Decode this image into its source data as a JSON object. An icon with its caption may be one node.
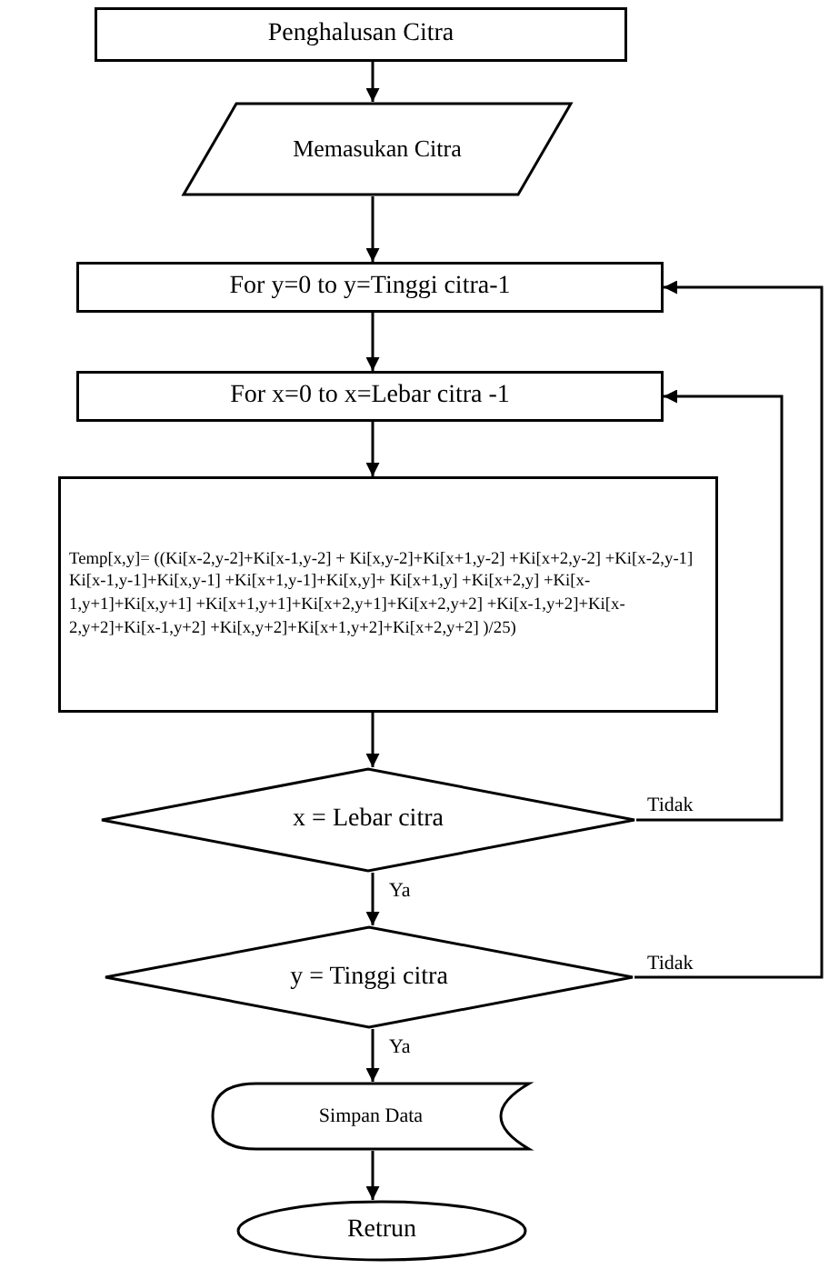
{
  "diagram": {
    "nodes": [
      {
        "text": [
          "Penghalusan Citra"
        ]
      },
      {
        "text": [
          "Memasukan Citra"
        ]
      },
      {
        "text": [
          "For y=0 to y=Tinggi citra-1"
        ]
      },
      {
        "text": [
          "For x=0 to x=Lebar citra -1"
        ]
      },
      {
        "text": [
          "Temp[x,y]= ((Ki[x-2,y-2]+Ki[x-1,y-2] + Ki[x,y-2]+Ki[x+1,y-2] +Ki[x+2,y-2] +Ki[x-2,y-1] Ki[x-1,y-1]+Ki[x,y-1] +Ki[x+1,y-1]+Ki[x,y]+ Ki[x+1,y] +Ki[x+2,y] +Ki[x-1,y+1]+Ki[x,y+1] +Ki[x+1,y+1]+Ki[x+2,y+1]+Ki[x+2,y+2] +Ki[x-1,y+2]+Ki[x-2,y+2]+Ki[x-1,y+2] +Ki[x,y+2]+Ki[x+1,y+2]+Ki[x+2,y+2] )/25)"
        ]
      },
      {
        "text": [
          "x = Lebar citra"
        ]
      },
      {
        "text": [
          "y = Tinggi citra"
        ]
      },
      {
        "text": [
          "Simpan Data"
        ]
      },
      {
        "text": [
          "Retrun"
        ]
      }
    ],
    "edges": [
      {
        "from": 0,
        "to": 1,
        "arrow": "to"
      },
      {
        "from": 1,
        "to": 2,
        "arrow": "to"
      },
      {
        "from": 2,
        "to": 3,
        "arrow": "to"
      },
      {
        "from": 3,
        "to": 4,
        "arrow": "to"
      },
      {
        "from": 4,
        "to": 5,
        "arrow": "to"
      },
      {
        "from": 5,
        "to": 6,
        "arrow": "to",
        "label": "Ya"
      },
      {
        "from": 6,
        "to": 7,
        "arrow": "to",
        "label": "Ya"
      },
      {
        "from": 7,
        "to": 8,
        "arrow": "to"
      },
      {
        "from": 5,
        "to": 3,
        "arrow": "to",
        "label": "Tidak"
      },
      {
        "from": 6,
        "to": 2,
        "arrow": "to",
        "label": "Tidak"
      }
    ]
  }
}
